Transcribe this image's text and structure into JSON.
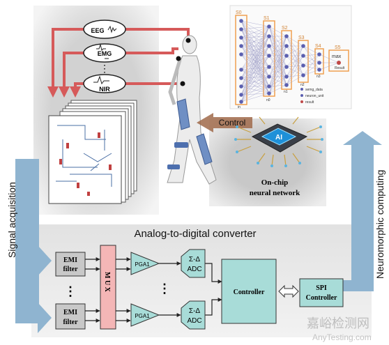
{
  "signals": {
    "eeg": "EEG",
    "emg": "EMG",
    "nir": "NIR",
    "dots": "⋮"
  },
  "control": {
    "label": "Control"
  },
  "network": {
    "stages": [
      "S0",
      "S1",
      "S2",
      "S3",
      "S4",
      "S5"
    ],
    "nodes": [
      "in",
      "n0",
      "n1",
      "n2",
      "n3"
    ],
    "max_label": "max",
    "result_label": "Result",
    "legend": [
      "semg_data",
      "neuron_unit",
      "result"
    ]
  },
  "chip": {
    "badge": "AI",
    "caption_line1": "On-chip",
    "caption_line2": "neural network"
  },
  "side_labels": {
    "left": "Signal acquisition",
    "right": "Neuromorphic computing"
  },
  "adc": {
    "title": "Analog-to-digital converter",
    "emi_line1": "EMI",
    "emi_line2": "filter",
    "mux": "M U X",
    "pga": "PGA1",
    "sd_line1": "Σ-Δ",
    "sd_line2": "ADC",
    "controller": "Controller",
    "spi_line1": "SPI",
    "spi_line2": "Controller",
    "vdots": "⋮"
  },
  "watermark": {
    "cn": "嘉峪检测网",
    "en": "AnyTesting.com"
  },
  "colors": {
    "signal_line": "#d65a5a",
    "flow_arrow": "#8fb4d0",
    "network_box": "#f0a050",
    "node": "#5b5fb0",
    "pga": "#a8dcd8",
    "mux": "#f4b6b6",
    "block_gray": "#c8c8c8"
  }
}
